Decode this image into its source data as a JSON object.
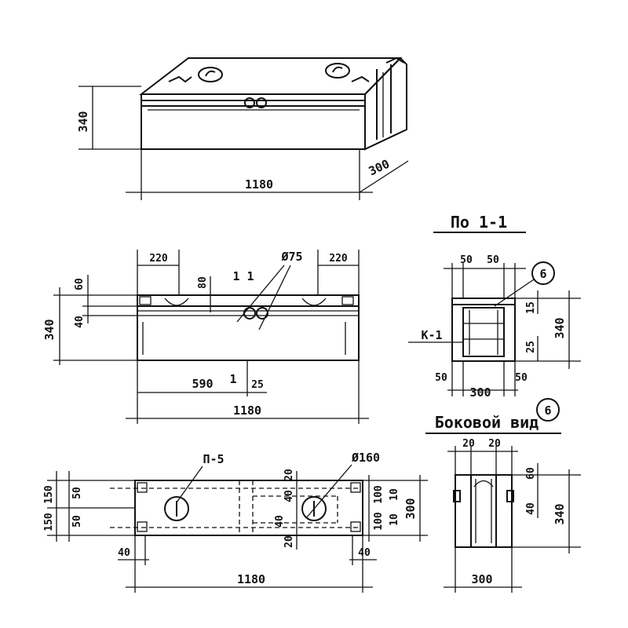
{
  "iso": {
    "h": "340",
    "len": "1180",
    "depth": "300"
  },
  "front": {
    "left_cut": "220",
    "right_cut": "220",
    "pipe": "Ø75",
    "section_mark": "1 1",
    "top_a": "60",
    "h40": "40",
    "d80": "80",
    "height": "340",
    "mid": "590",
    "mark1": "1",
    "d25": "25",
    "len": "1180"
  },
  "section": {
    "title": "По 1-1",
    "w50a": "50",
    "w50b": "50",
    "balloon": "6",
    "d15": "15",
    "height": "340",
    "label_k": "К-1",
    "d25": "25",
    "b50a": "50",
    "b50b": "50",
    "width": "300"
  },
  "side": {
    "title": "Боковой вид",
    "balloon": "6",
    "w20a": "20",
    "w20b": "20",
    "d60": "60",
    "d40": "40",
    "height": "340",
    "width": "300"
  },
  "plan": {
    "label_p": "П-5",
    "hole": "Ø160",
    "l150a": "150",
    "l150b": "150",
    "l50a": "50",
    "l50b": "50",
    "v20": "20",
    "v40": "40",
    "v40b": "40",
    "v20b": "20",
    "r100a": "100",
    "r100b": "100",
    "r10a": "10",
    "r10b": "10",
    "r300": "300",
    "left40": "40",
    "right40": "40",
    "len": "1180"
  }
}
